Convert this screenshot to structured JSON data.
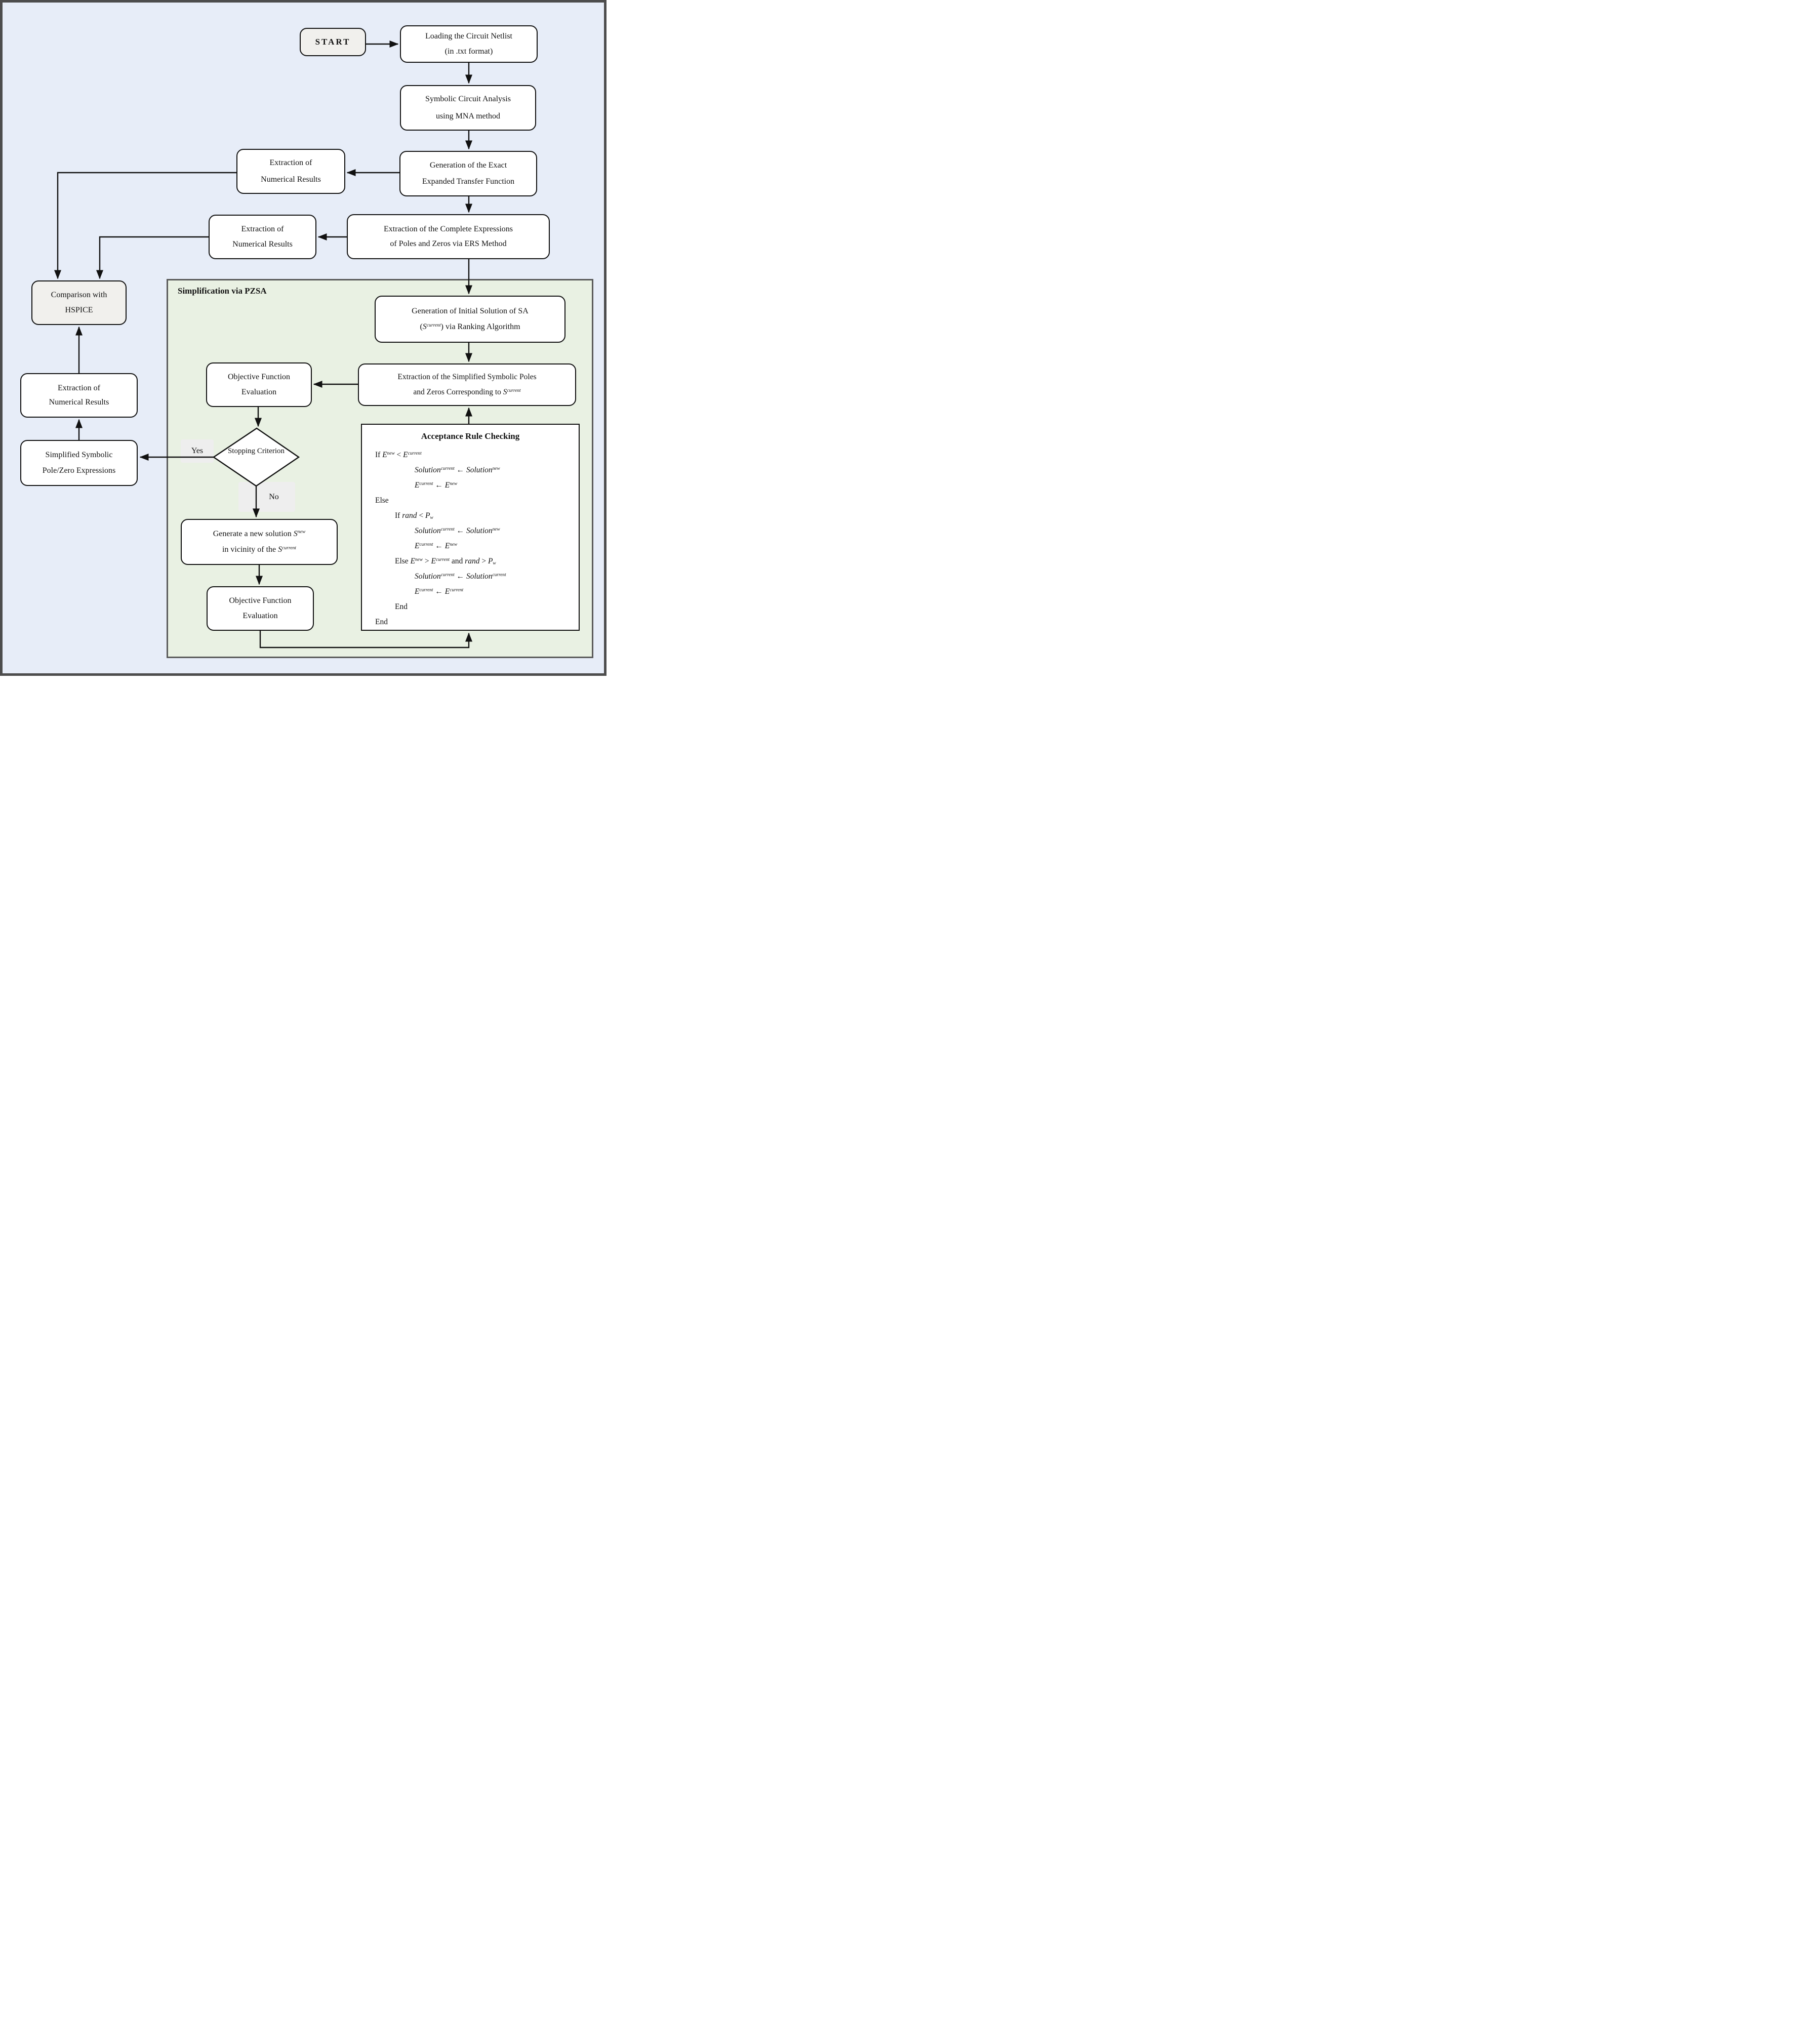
{
  "panel": {
    "title": "Simplification via PZSA"
  },
  "nodes": {
    "start": {
      "label": "START"
    },
    "loading": {
      "lines": [
        "Loading the Circuit Netlist",
        "(in .txt format)"
      ]
    },
    "symbolic": {
      "lines": [
        "Symbolic Circuit Analysis",
        "using MNA method"
      ]
    },
    "gen_exact": {
      "lines": [
        "Generation of the Exact",
        "Expanded Transfer Function"
      ]
    },
    "extr_num1": {
      "lines": [
        "Extraction of",
        "Numerical Results"
      ]
    },
    "extr_complete": {
      "lines": [
        "Extraction of the Complete Expressions",
        "of Poles and Zeros via ERS Method"
      ]
    },
    "extr_num2": {
      "lines": [
        "Extraction of",
        "Numerical Results"
      ]
    },
    "comparison": {
      "lines": [
        "Comparison with",
        "HSPICE"
      ]
    },
    "extr_num3": {
      "lines": [
        "Extraction of",
        "Numerical Results"
      ]
    },
    "simplified": {
      "lines": [
        "Simplified Symbolic",
        "Pole/Zero Expressions"
      ]
    },
    "gen_initial": {
      "lines": [
        "Generation of Initial Solution of SA",
        "(*S*^current^) via Ranking Algorithm"
      ]
    },
    "extr_simplified": {
      "lines": [
        "Extraction of the Simplified Symbolic Poles",
        "and Zeros Corresponding to *S*^current^"
      ]
    },
    "obj_top": {
      "lines": [
        "Objective Function",
        "Evaluation"
      ]
    },
    "stopping": {
      "lines": [
        "Stopping",
        "Criterion"
      ]
    },
    "generate_new": {
      "lines": [
        "Generate a new solution *S*^new^",
        "in vicinity of the *S*^current^"
      ]
    },
    "obj_bottom": {
      "lines": [
        "Objective Function",
        "Evaluation"
      ]
    }
  },
  "edge_labels": {
    "yes": "Yes",
    "no": "No"
  },
  "acceptance": {
    "title": "Acceptance Rule Checking",
    "lines": [
      {
        "indent": 0,
        "text": "If  *E*^new^ < *E*^current^"
      },
      {
        "indent": 2,
        "text": "*Solution*^current^ ← *Solution*^new^"
      },
      {
        "indent": 2,
        "text": "*E*^current^ ← *E*^new^"
      },
      {
        "indent": 0,
        "text": "Else"
      },
      {
        "indent": 1,
        "text": "If *rand* < *P*~w~"
      },
      {
        "indent": 2,
        "text": "*Solution*^current^ ← *Solution*^new^"
      },
      {
        "indent": 2,
        "text": "*E*^current^ ← *E*^new^"
      },
      {
        "indent": 1,
        "text": "Else  *E*^new^ > *E*^current^ and *rand* > *P*~w~"
      },
      {
        "indent": 2,
        "text": "*Solution*^current^ ← *Solution*^current^"
      },
      {
        "indent": 2,
        "text": "*E*^current^ ← *E*^current^"
      },
      {
        "indent": 1,
        "text": "End"
      },
      {
        "indent": 0,
        "text": "End"
      }
    ]
  },
  "colors": {
    "canvas_background": "#e7edf8",
    "panel_background": "#e9f1e3",
    "node_fill": "#ffffff",
    "terminal_fill": "#f1f0ed",
    "edge_label_fill": "#eeeeee",
    "stroke": "#111111",
    "outer_border": "#4d4d4d",
    "panel_border": "#5a5a5a"
  }
}
